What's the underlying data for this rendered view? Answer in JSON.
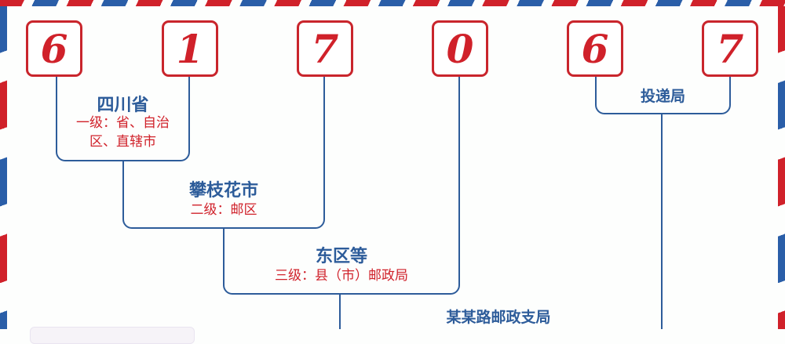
{
  "postcode": {
    "digits": [
      "6",
      "1",
      "7",
      "0",
      "6",
      "7"
    ],
    "colors": {
      "red": "#d0212a",
      "blue": "#2d5c9a"
    }
  },
  "levels": [
    {
      "name": "四川省",
      "desc": "一级：省、自治区、直辖市"
    },
    {
      "name": "攀枝花市",
      "desc": "二级：邮区"
    },
    {
      "name": "东区等",
      "desc": "三级：县（市）邮政局"
    },
    {
      "name": "某某路邮政支局"
    }
  ],
  "delivery": {
    "name": "投递局"
  }
}
